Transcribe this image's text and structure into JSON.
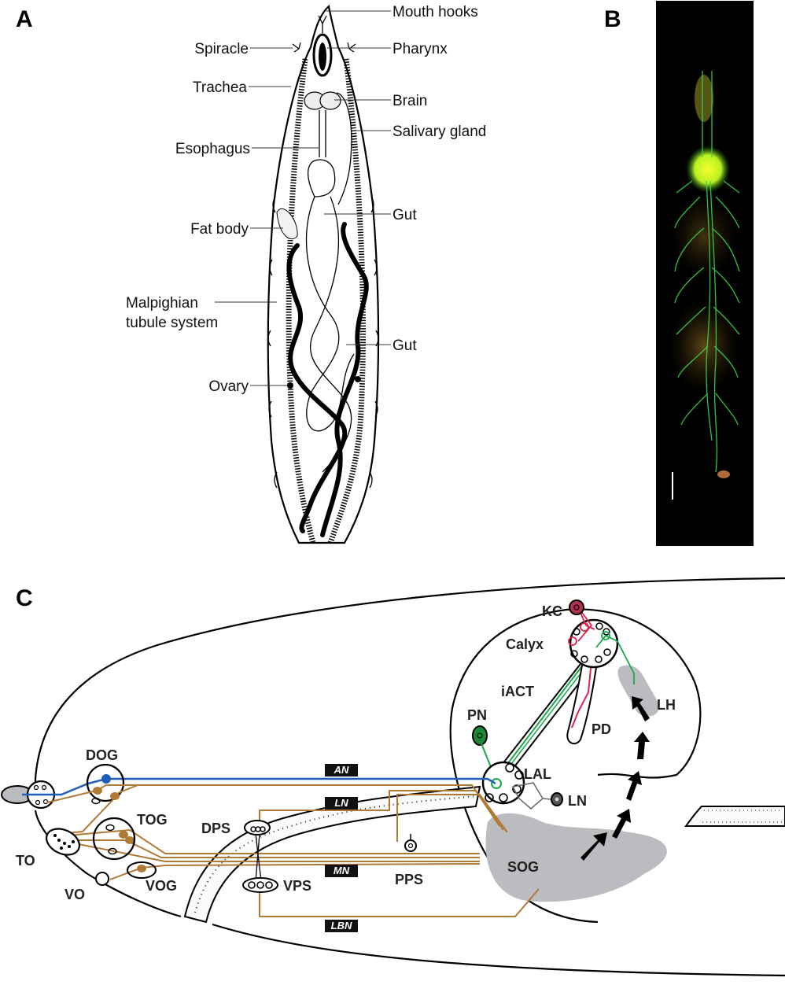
{
  "panels": {
    "a": {
      "letter": "A",
      "labels_left": [
        "Spiracle",
        "Trachea",
        "Esophagus",
        "Fat body",
        "Malpighian",
        "tubule system",
        "Ovary"
      ],
      "labels_right": [
        "Mouth hooks",
        "Pharynx",
        "Brain",
        "Salivary gland",
        "Gut",
        "Gut"
      ]
    },
    "b": {
      "letter": "B",
      "background_color": "#000000",
      "fluorescence_color": "#3dd34a",
      "highlight_color": "#e8f020",
      "gut_color": "#7a5a1e"
    },
    "c": {
      "letter": "C",
      "structures": {
        "dog": "DOG",
        "tog": "TOG",
        "to": "TO",
        "vo": "VO",
        "vog": "VOG",
        "dps": "DPS",
        "vps": "VPS",
        "pps": "PPS",
        "kc": "KC",
        "calyx": "Calyx",
        "iact": "iACT",
        "pn": "PN",
        "pd": "PD",
        "lh": "LH",
        "lal": "LAL",
        "ln": "LN",
        "sog": "SOG"
      },
      "nerves": [
        "AN",
        "LN",
        "MN",
        "LBN"
      ],
      "colors": {
        "olfactory": "#1f5fb8",
        "gustatory": "#b07a36",
        "projection_neuron": "#1aa84a",
        "kenyon_cell": "#d8244f",
        "neuropil": "#bbbcbf",
        "pathway_arrow": "#000000"
      }
    }
  }
}
